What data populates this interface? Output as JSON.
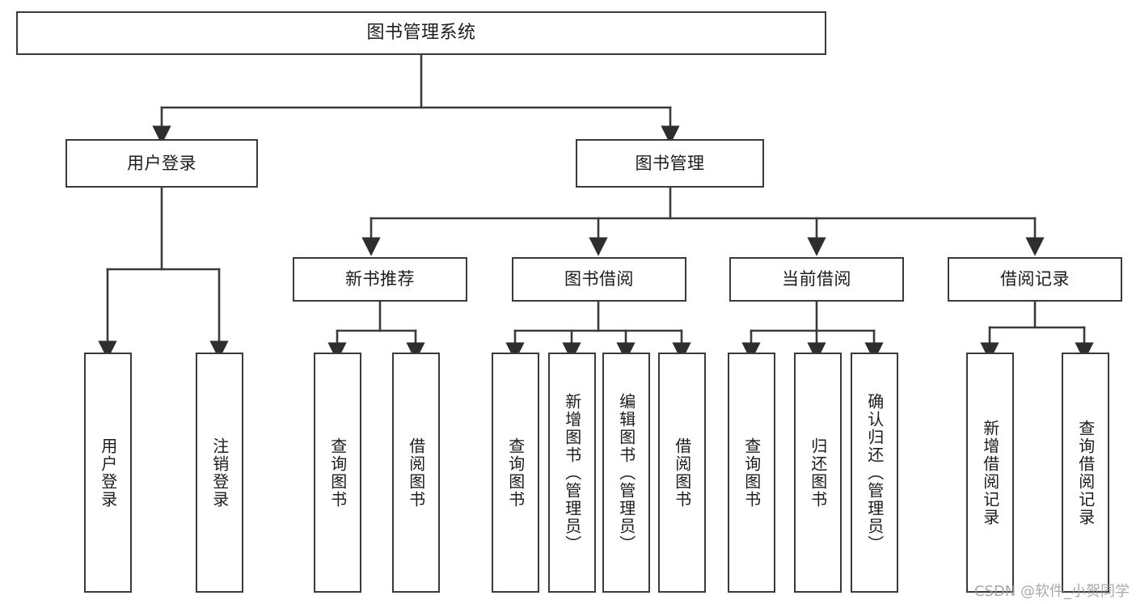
{
  "diagram": {
    "title": "图书管理系统",
    "type": "functional-structure-tree",
    "stroke_color": "#3a3a3a",
    "background_color": "#ffffff",
    "watermark": "CSDN @软件_小贺同学",
    "nodes": {
      "root": {
        "label": "图书管理系统"
      },
      "level1": [
        {
          "label": "用户登录"
        },
        {
          "label": "图书管理"
        }
      ],
      "level2": [
        {
          "label": "新书推荐"
        },
        {
          "label": "图书借阅"
        },
        {
          "label": "当前借阅"
        },
        {
          "label": "借阅记录"
        }
      ],
      "leaves": {
        "user_login": [
          {
            "label": "用户登录"
          },
          {
            "label": "注销登录"
          }
        ],
        "new_book_recommend": [
          {
            "label": "查询图书"
          },
          {
            "label": "借阅图书"
          }
        ],
        "book_borrow": [
          {
            "label": "查询图书"
          },
          {
            "label": "新增图书（管理员）"
          },
          {
            "label": "编辑图书（管理员）"
          },
          {
            "label": "借阅图书"
          }
        ],
        "current_borrow": [
          {
            "label": "查询图书"
          },
          {
            "label": "归还图书"
          },
          {
            "label": "确认归还（管理员）"
          }
        ],
        "borrow_record": [
          {
            "label": "新增借阅记录"
          },
          {
            "label": "查询借阅记录"
          }
        ]
      }
    }
  }
}
